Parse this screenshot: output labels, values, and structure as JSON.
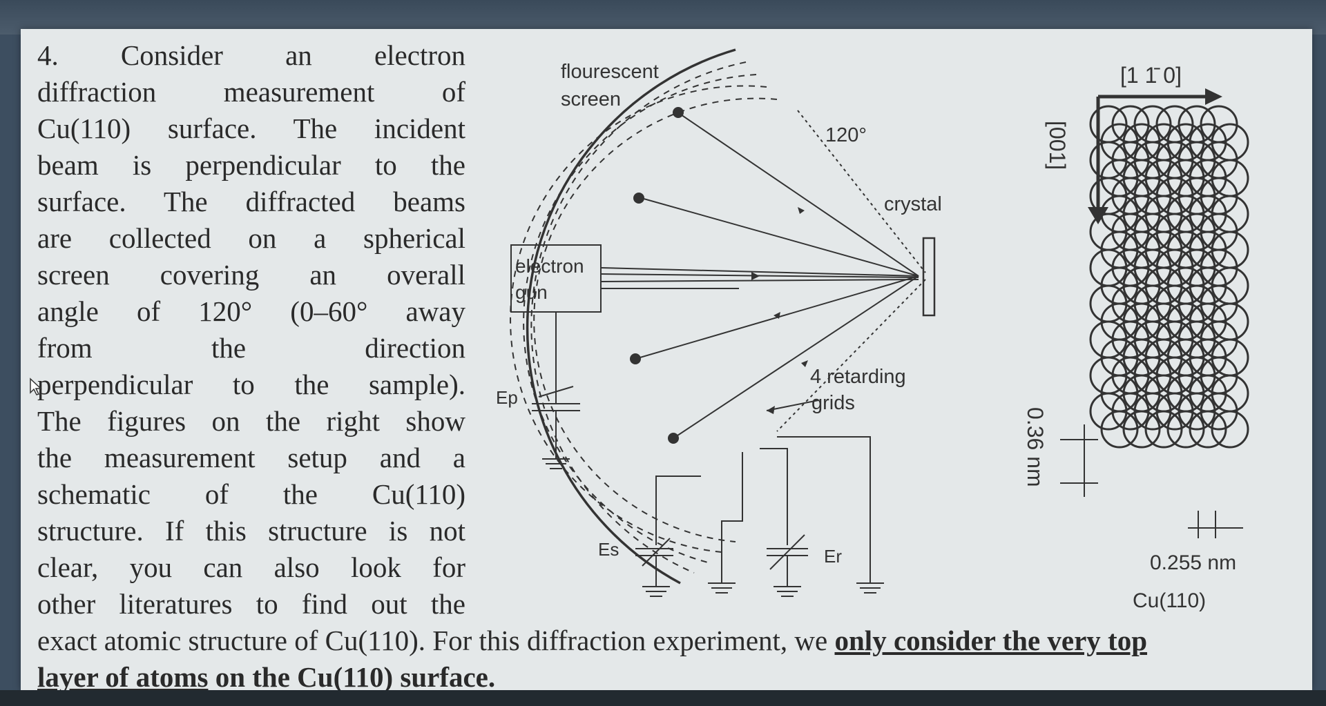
{
  "problem": {
    "lines": [
      "4. Consider an electron",
      "diffraction measurement of",
      "Cu(110) surface. The incident",
      "beam is perpendicular to the",
      "surface. The diffracted beams",
      "are collected on a spherical",
      "screen covering an overall",
      "angle of 120° (0–60° away",
      "from the direction",
      "perpendicular to the sample).",
      "The figures on the right show",
      "the measurement setup and a",
      "schematic of the Cu(110)",
      "structure. If this structure is not",
      "clear, you can also look for",
      "other literatures to find out the",
      "exact atomic structure of Cu(110). For this diffraction experiment, we"
    ],
    "emph_1": "only consider the very top",
    "emph_2": "layer of atoms",
    "tail": " on the Cu(110) surface."
  },
  "setup_figure": {
    "screen_label": "flourescent",
    "screen_label_2": "screen",
    "angle_label": "120°",
    "crystal_label": "crystal",
    "gun_label": "electron",
    "gun_label_2": "gun",
    "grids_label": "4 retarding",
    "grids_label_2": "grids",
    "ep_label": "Ep",
    "es_label": "Es",
    "er_label": "Er"
  },
  "structure_figure": {
    "direction_h": "[1 1̄ 0]",
    "direction_v": "[001]",
    "spacing_v": "0.36 nm",
    "spacing_h": "0.255 nm",
    "caption": "Cu(110)"
  }
}
